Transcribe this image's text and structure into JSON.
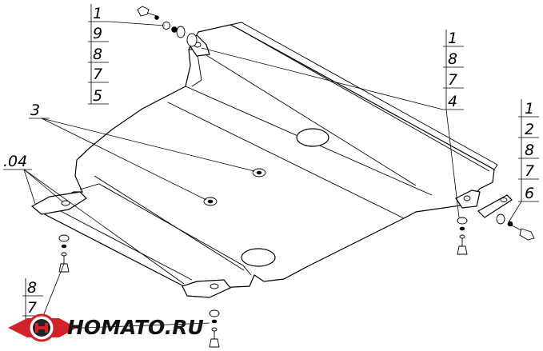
{
  "callouts": {
    "top_left": [
      "1",
      "9",
      "8",
      "7",
      "5"
    ],
    "top_right": [
      "1",
      "8",
      "7",
      "4"
    ],
    "right": [
      "1",
      "2",
      "8",
      "7",
      "6"
    ],
    "bottom_left": [
      "8",
      "7"
    ],
    "part_3": "3",
    "part_04": ".04"
  },
  "logo": {
    "text": "HOMATO.RU",
    "colors": {
      "red": "#d42027",
      "dark": "#222222",
      "silver": "#b9b9b9"
    }
  }
}
